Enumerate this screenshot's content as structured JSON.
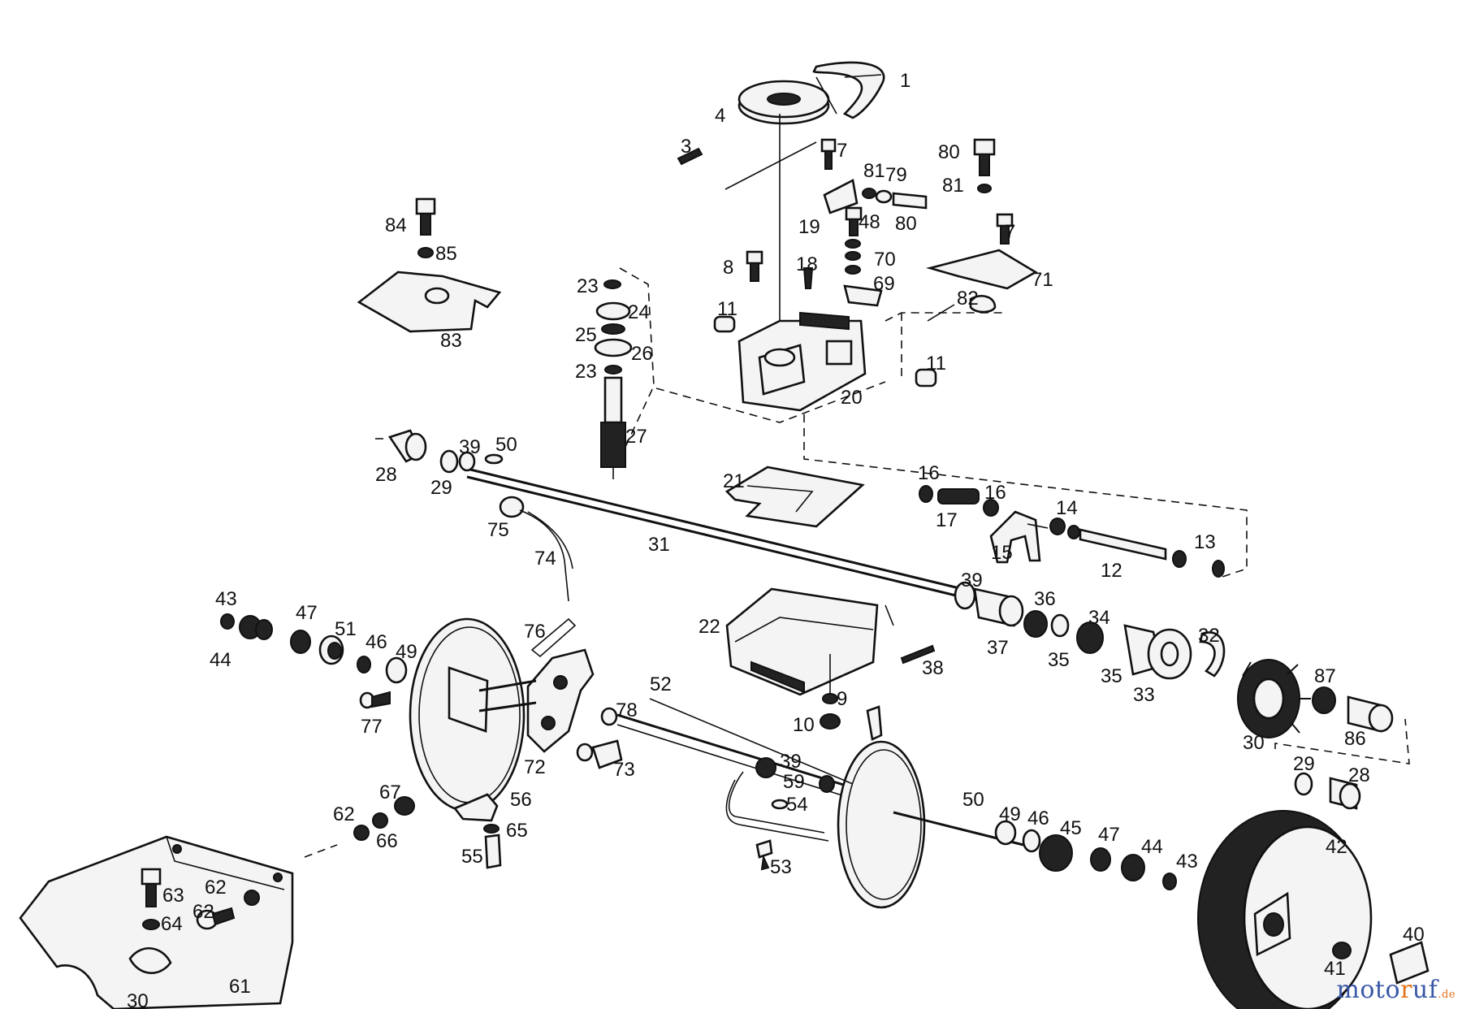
{
  "labels": [
    "1",
    "3",
    "4",
    "7",
    "81",
    "79",
    "80",
    "81",
    "80",
    "7",
    "19",
    "48",
    "70",
    "69",
    "71",
    "82",
    "84",
    "85",
    "83",
    "8",
    "18",
    "23",
    "24",
    "25",
    "26",
    "23",
    "11",
    "11",
    "20",
    "27",
    "28",
    "29",
    "39",
    "50",
    "21",
    "16",
    "17",
    "16",
    "14",
    "12",
    "13",
    "15",
    "31",
    "75",
    "74",
    "39",
    "36",
    "37",
    "35",
    "34",
    "35",
    "33",
    "32",
    "22",
    "38",
    "9",
    "10",
    "43",
    "44",
    "47",
    "51",
    "46",
    "49",
    "77",
    "76",
    "78",
    "72",
    "73",
    "52",
    "87",
    "30",
    "86",
    "29",
    "28",
    "39",
    "59",
    "54",
    "53",
    "56",
    "65",
    "55",
    "67",
    "62",
    "66",
    "63",
    "62",
    "64",
    "62",
    "61",
    "30",
    "50",
    "49",
    "46",
    "45",
    "47",
    "44",
    "43",
    "42",
    "40",
    "41"
  ],
  "watermark": {
    "brand": "moto",
    "dot": "r",
    "rest": "uf",
    "tld": ".de"
  }
}
